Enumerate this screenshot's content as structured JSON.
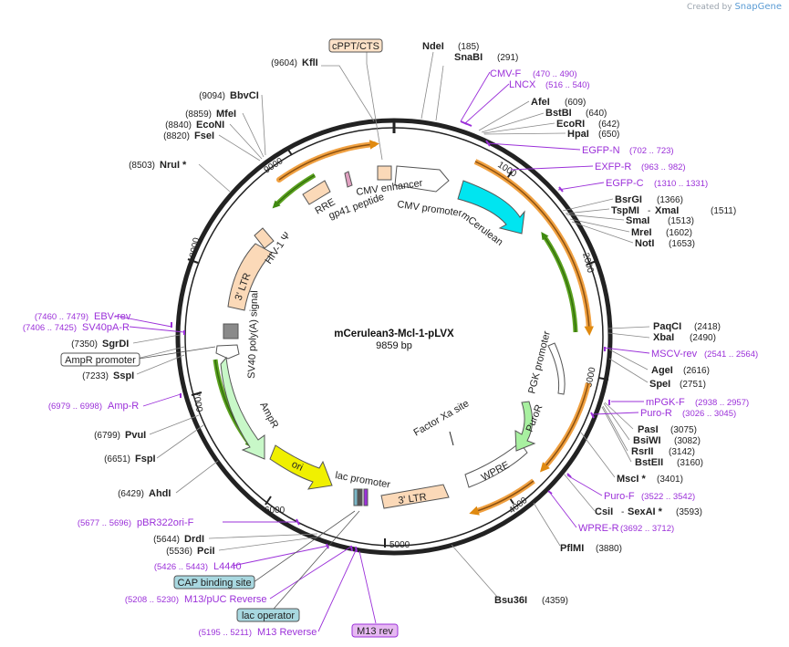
{
  "credit": {
    "prefix": "Created by",
    "brand": "SnapGene"
  },
  "plasmid": {
    "name": "mCerulean3-Mcl-1-pLVX",
    "length": "9859 bp"
  },
  "ticks": [
    "1000",
    "2000",
    "3000",
    "4000",
    "5000",
    "6000",
    "7000",
    "8000",
    "9000"
  ],
  "sites": {
    "top_left": [
      {
        "pos": "(9604)",
        "name": "KflI"
      },
      {
        "pos": "(9094)",
        "name": "BbvCI"
      },
      {
        "pos": "(8859)",
        "name": "MfeI"
      },
      {
        "pos": "(8840)",
        "name": "EcoNI"
      },
      {
        "pos": "(8820)",
        "name": "FseI"
      },
      {
        "pos": "(8503)",
        "name": "NruI *"
      }
    ],
    "top_right": [
      {
        "name": "NdeI",
        "pos": "(185)"
      },
      {
        "name": "SnaBI",
        "pos": "(291)"
      },
      {
        "name": "AfeI",
        "pos": "(609)"
      },
      {
        "name": "BstBI",
        "pos": "(640)"
      },
      {
        "name": "EcoRI",
        "pos": "(642)"
      },
      {
        "name": "HpaI",
        "pos": "(650)"
      },
      {
        "name": "BsrGI",
        "pos": "(1366)"
      },
      {
        "name": "TspMI",
        "sep": "-",
        "name2": "XmaI",
        "pos": "(1511)"
      },
      {
        "name": "SmaI",
        "pos": "(1513)"
      },
      {
        "name": "MreI",
        "pos": "(1602)"
      },
      {
        "name": "NotI",
        "pos": "(1653)"
      }
    ],
    "right": [
      {
        "name": "PaqCI",
        "pos": "(2418)"
      },
      {
        "name": "XbaI",
        "pos": "(2490)"
      },
      {
        "name": "AgeI",
        "pos": "(2616)"
      },
      {
        "name": "SpeI",
        "pos": "(2751)"
      },
      {
        "name": "PasI",
        "pos": "(3075)"
      },
      {
        "name": "BsiWI",
        "pos": "(3082)"
      },
      {
        "name": "RsrII",
        "pos": "(3142)"
      },
      {
        "name": "BstEII",
        "pos": "(3160)"
      },
      {
        "name": "MscI *",
        "pos": "(3401)"
      },
      {
        "name": "CsiI",
        "sep": "-",
        "name2": "SexAI *",
        "pos": "(3593)"
      },
      {
        "name": "PflMI",
        "pos": "(3880)"
      },
      {
        "name": "Bsu36I",
        "pos": "(4359)"
      }
    ],
    "left": [
      {
        "pos": "(7350)",
        "name": "SgrDI"
      },
      {
        "pos": "(7233)",
        "name": "SspI"
      },
      {
        "pos": "(6799)",
        "name": "PvuI"
      },
      {
        "pos": "(6651)",
        "name": "FspI"
      },
      {
        "pos": "(6429)",
        "name": "AhdI"
      },
      {
        "pos": "(5644)",
        "name": "DrdI"
      },
      {
        "pos": "(5536)",
        "name": "PciI"
      }
    ]
  },
  "primers": {
    "right": [
      {
        "name": "CMV-F",
        "range": "(470 .. 490)"
      },
      {
        "name": "LNCX",
        "range": "(516 .. 540)"
      },
      {
        "name": "EGFP-N",
        "range": "(702 .. 723)"
      },
      {
        "name": "EXFP-R",
        "range": "(963 .. 982)"
      },
      {
        "name": "EGFP-C",
        "range": "(1310 .. 1331)"
      },
      {
        "name": "MSCV-rev",
        "range": "(2541 .. 2564)"
      },
      {
        "name": "mPGK-F",
        "range": "(2938 .. 2957)"
      },
      {
        "name": "Puro-R",
        "range": "(3026 .. 3045)"
      },
      {
        "name": "Puro-F",
        "range": "(3522 .. 3542)"
      },
      {
        "name": "WPRE-R",
        "range": "(3692 .. 3712)"
      }
    ],
    "left": [
      {
        "range": "(7460 .. 7479)",
        "name": "EBV-rev"
      },
      {
        "range": "(7406 .. 7425)",
        "name": "SV40pA-R"
      },
      {
        "range": "(6979 .. 6998)",
        "name": "Amp-R"
      },
      {
        "range": "(5677 .. 5696)",
        "name": "pBR322ori-F"
      },
      {
        "range": "(5426 .. 5443)",
        "name": "L4440"
      },
      {
        "range": "(5208 .. 5230)",
        "name": "M13/pUC Reverse"
      },
      {
        "range": "(5195 .. 5211)",
        "name": "M13 Reverse"
      }
    ]
  },
  "boxed_labels": {
    "cppt": "cPPT/CTS",
    "ampr_promoter": "AmpR promoter",
    "cap_site": "CAP binding site",
    "lac_operator": "lac operator",
    "m13_rev": "M13 rev"
  },
  "features": {
    "cmv_enhancer": "CMV enhancer",
    "cmv_promoter": "CMV promoter",
    "mcerulean": "mCerulean",
    "rre": "RRE",
    "gp41": "gp41 peptide",
    "hiv_psi": "HIV-1 Ψ",
    "ltr5": "3' LTR",
    "sv40": "SV40 poly(A) signal",
    "ampr": "AmpR",
    "ori": "ori",
    "lac_promoter": "lac promoter",
    "ltr3": "3' LTR",
    "wpre": "WPRE",
    "factor_xa": "Factor Xa site",
    "pgk": "PGK promoter",
    "puror": "PuroR"
  },
  "colors": {
    "enzyme": "#000000",
    "primer": "#9b30d9",
    "boxed_fill_orange": "#fde2c8",
    "boxed_fill_teal": "#a8d8e0",
    "boxed_fill_purple": "#e6b8f2",
    "mcerulean": "#00e5f0",
    "puror": "#a8f0a0",
    "ampr": "#c8f8c8",
    "ori": "#f0f000",
    "ltr": "#fbd9b8",
    "orf_orange": "#f0a040",
    "orf_green": "#5aa01e"
  }
}
